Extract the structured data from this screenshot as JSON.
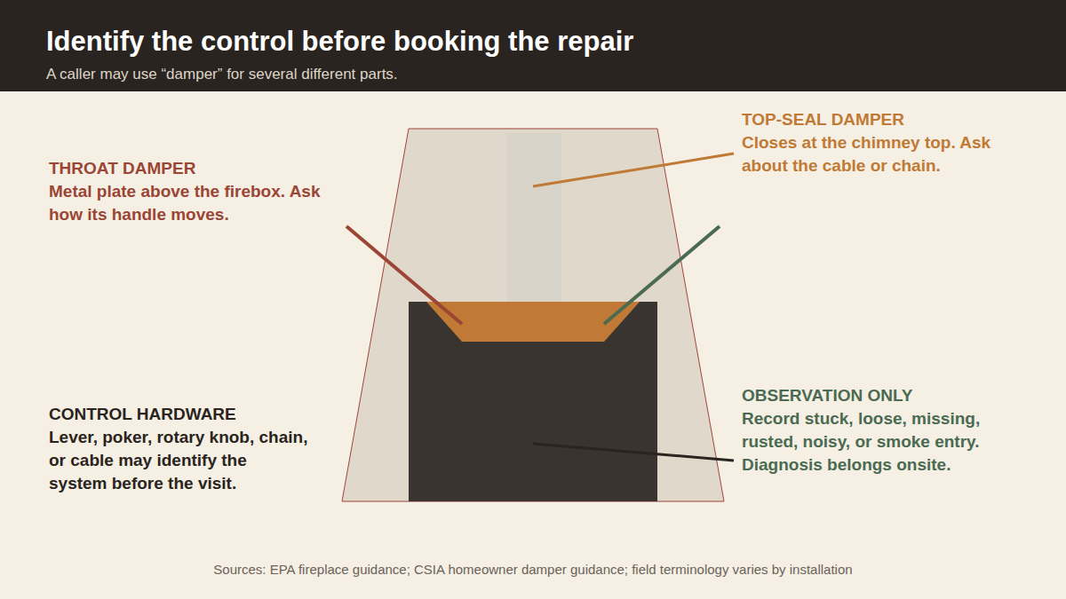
{
  "diagram": {
    "title": "Identify the control before booking the repair",
    "caption": "Sources: EPA fireplace guidance; CSIA homeowner damper guidance; field terminology varies by installation",
    "labels": [
      "A caller may use “damper” for several different parts.",
      "THROAT DAMPER",
      "Metal plate above the firebox. Ask how its handle moves.",
      "TOP-SEAL DAMPER",
      "Closes at the chimney top. Ask about the cable or chain.",
      "CONTROL HARDWARE",
      "Lever, poker, rotary knob, chain, or cable may identify the system before the visit.",
      "OBSERVATION ONLY",
      "Record stuck, loose, missing, rusted, noisy, or smoke entry. Diagnosis belongs onsite."
    ]
  }
}
